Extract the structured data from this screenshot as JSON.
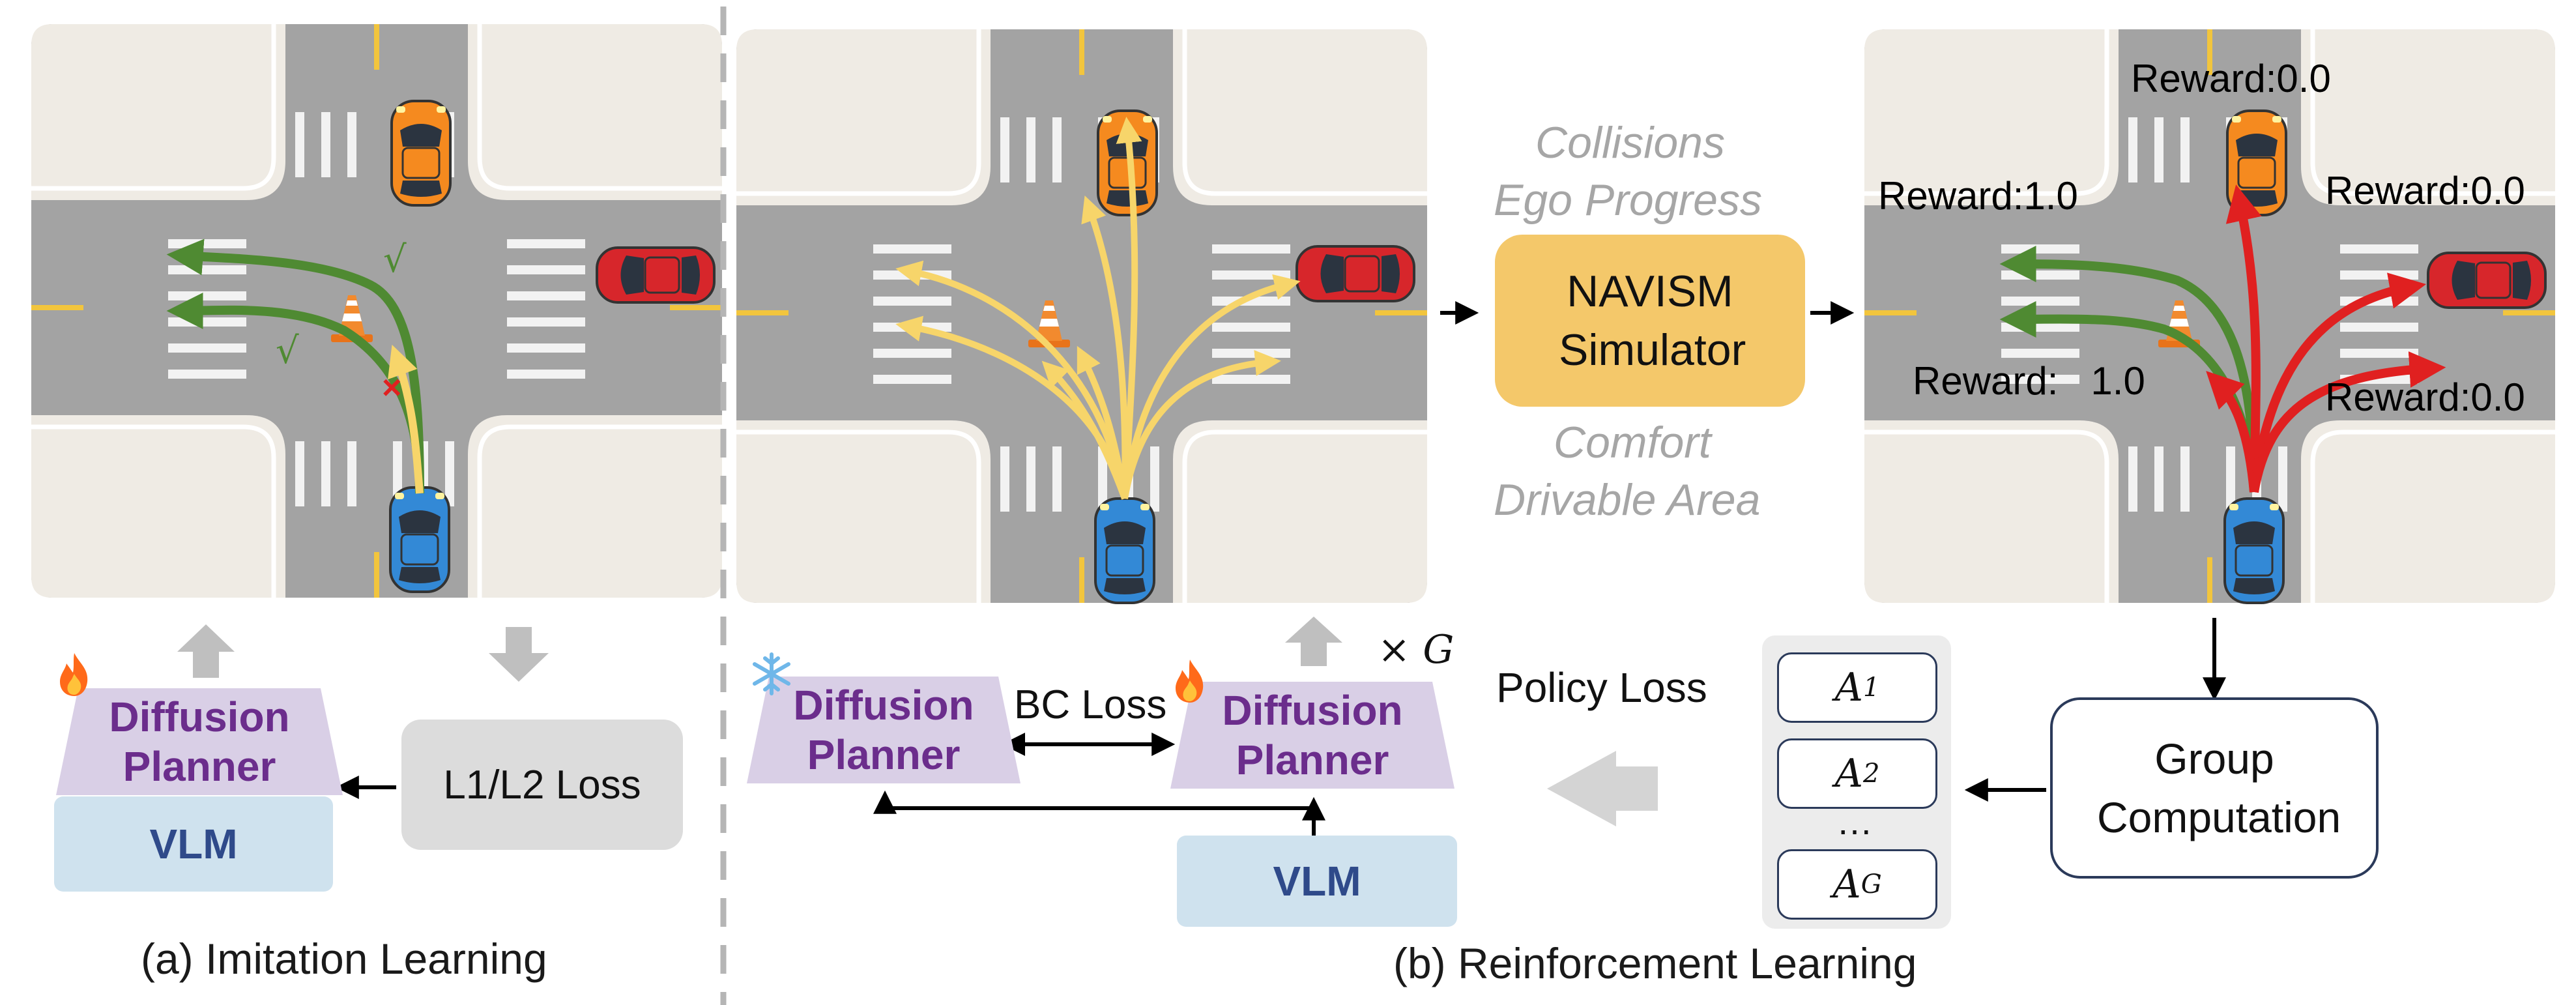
{
  "imitation": {
    "planner_title": "Diffusion Planner",
    "vlm_label": "VLM",
    "loss_label": "L1/L2 Loss",
    "caption": "(a) Imitation Learning",
    "check_mark": "√",
    "cross_mark": "×",
    "fire_icon": "fire-icon"
  },
  "reinforcement": {
    "frozen_planner_title": "Diffusion Planner",
    "trained_planner_title": "Diffusion Planner",
    "bc_loss_label": "BC Loss",
    "multiplier_label": "× G",
    "vlm_label": "VLM",
    "policy_loss_label": "Policy Loss",
    "group_label": "Group Computation",
    "advantages": [
      "A1",
      "A2",
      "…",
      "AG"
    ],
    "caption": "(b) Reinforcement Learning",
    "snow_icon": "snowflake-icon"
  },
  "simulator": {
    "name": "NAVISM Simulator",
    "metrics_top": [
      "Collisions",
      "Ego Progress"
    ],
    "metrics_bottom": [
      "Comfort",
      "Drivable Area"
    ]
  },
  "rewards": {
    "top": "Reward:0.0",
    "left_top": "Reward:1.0",
    "right_top": "Reward:0.0",
    "left_bottom": "Reward:   1.0",
    "right_bottom": "Reward:0.0"
  },
  "colors": {
    "road": "#a3a3a3",
    "block": "#efebe4",
    "good_traj": "#4f8a32",
    "bad_traj": "#e02020",
    "candidate_traj": "#f7d56a",
    "planner_fill": "#d9cfe6",
    "vlm_fill": "#cfe2ee",
    "sim_fill": "#f4c86a",
    "loss_fill": "#dcdcdc"
  }
}
